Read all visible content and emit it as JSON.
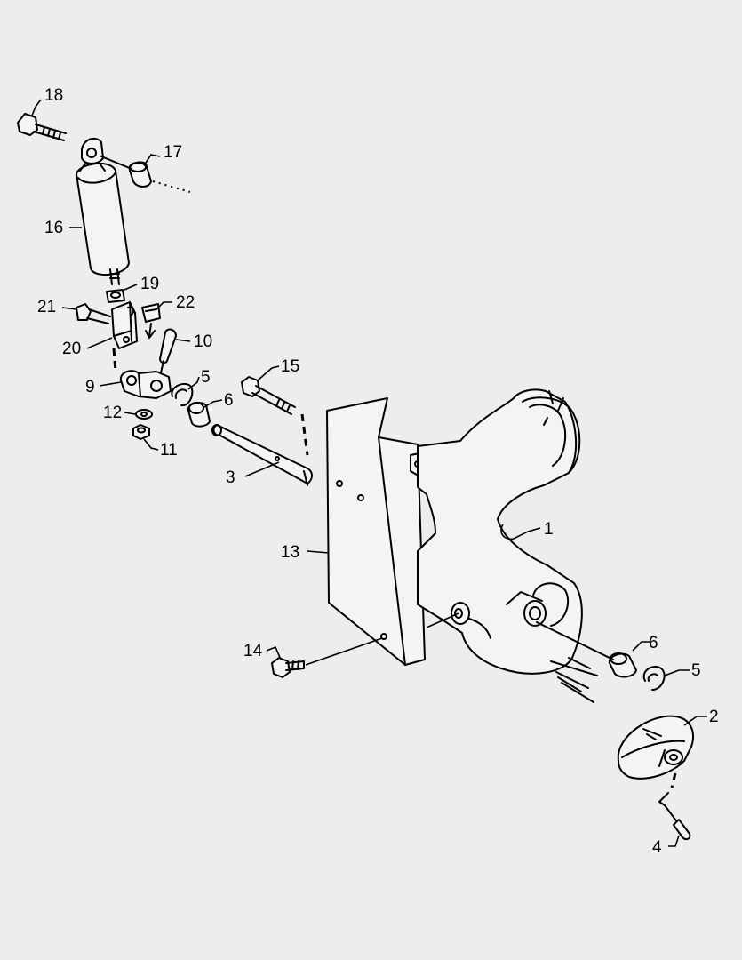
{
  "callouts": [
    "18",
    "17",
    "16",
    "19",
    "22",
    "21",
    "20",
    "10",
    "9",
    "5",
    "6",
    "15",
    "12",
    "11",
    "3",
    "13",
    "1",
    "14",
    "6",
    "5",
    "2",
    "4"
  ],
  "colors": {
    "background": "#ededed",
    "line": "#000000"
  }
}
